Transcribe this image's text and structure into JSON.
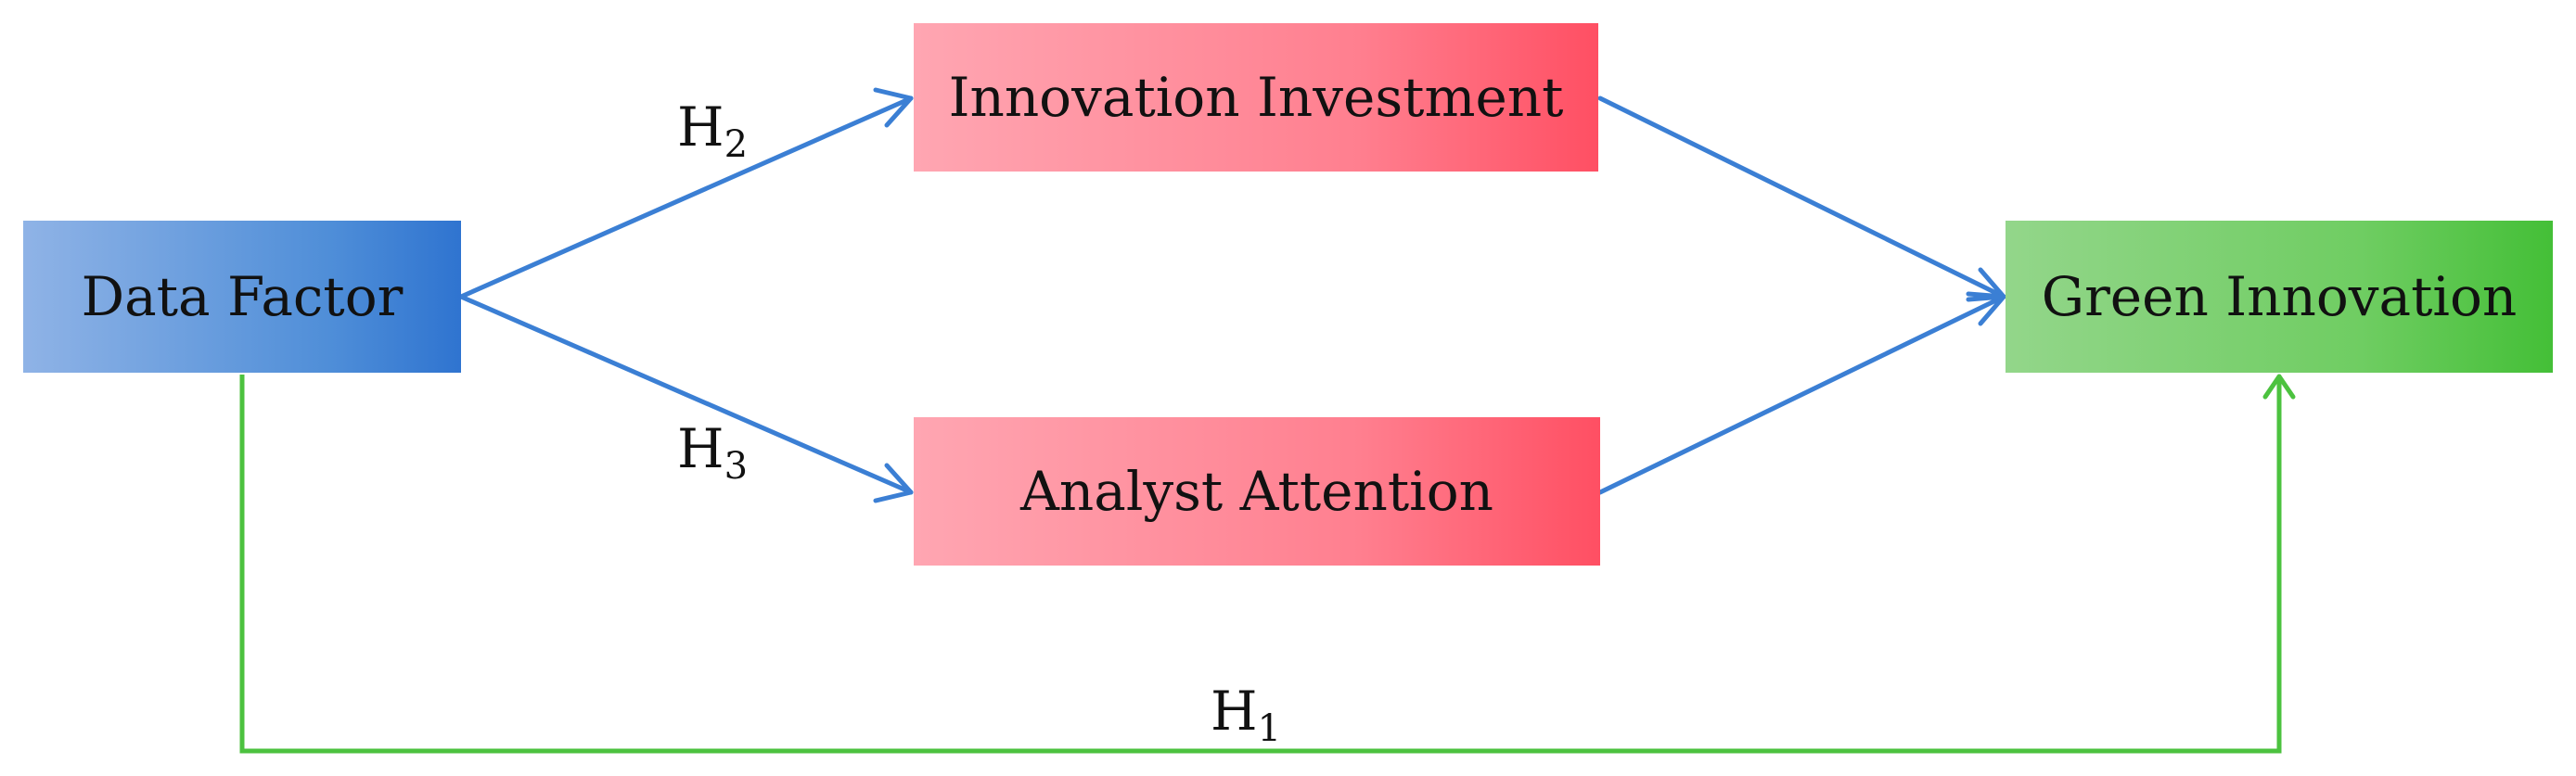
{
  "nodes": {
    "data_factor": "Data Factor",
    "innovation_investment": "Innovation Investment",
    "analyst_attention": "Analyst Attention",
    "green_innovation": "Green Innovation"
  },
  "hypotheses": {
    "h1": {
      "letter": "H",
      "index": "1"
    },
    "h2": {
      "letter": "H",
      "index": "2"
    },
    "h3": {
      "letter": "H",
      "index": "3"
    }
  },
  "colors": {
    "blue_arrow": "#3b7fd4",
    "green_arrow": "#4cc23f"
  }
}
